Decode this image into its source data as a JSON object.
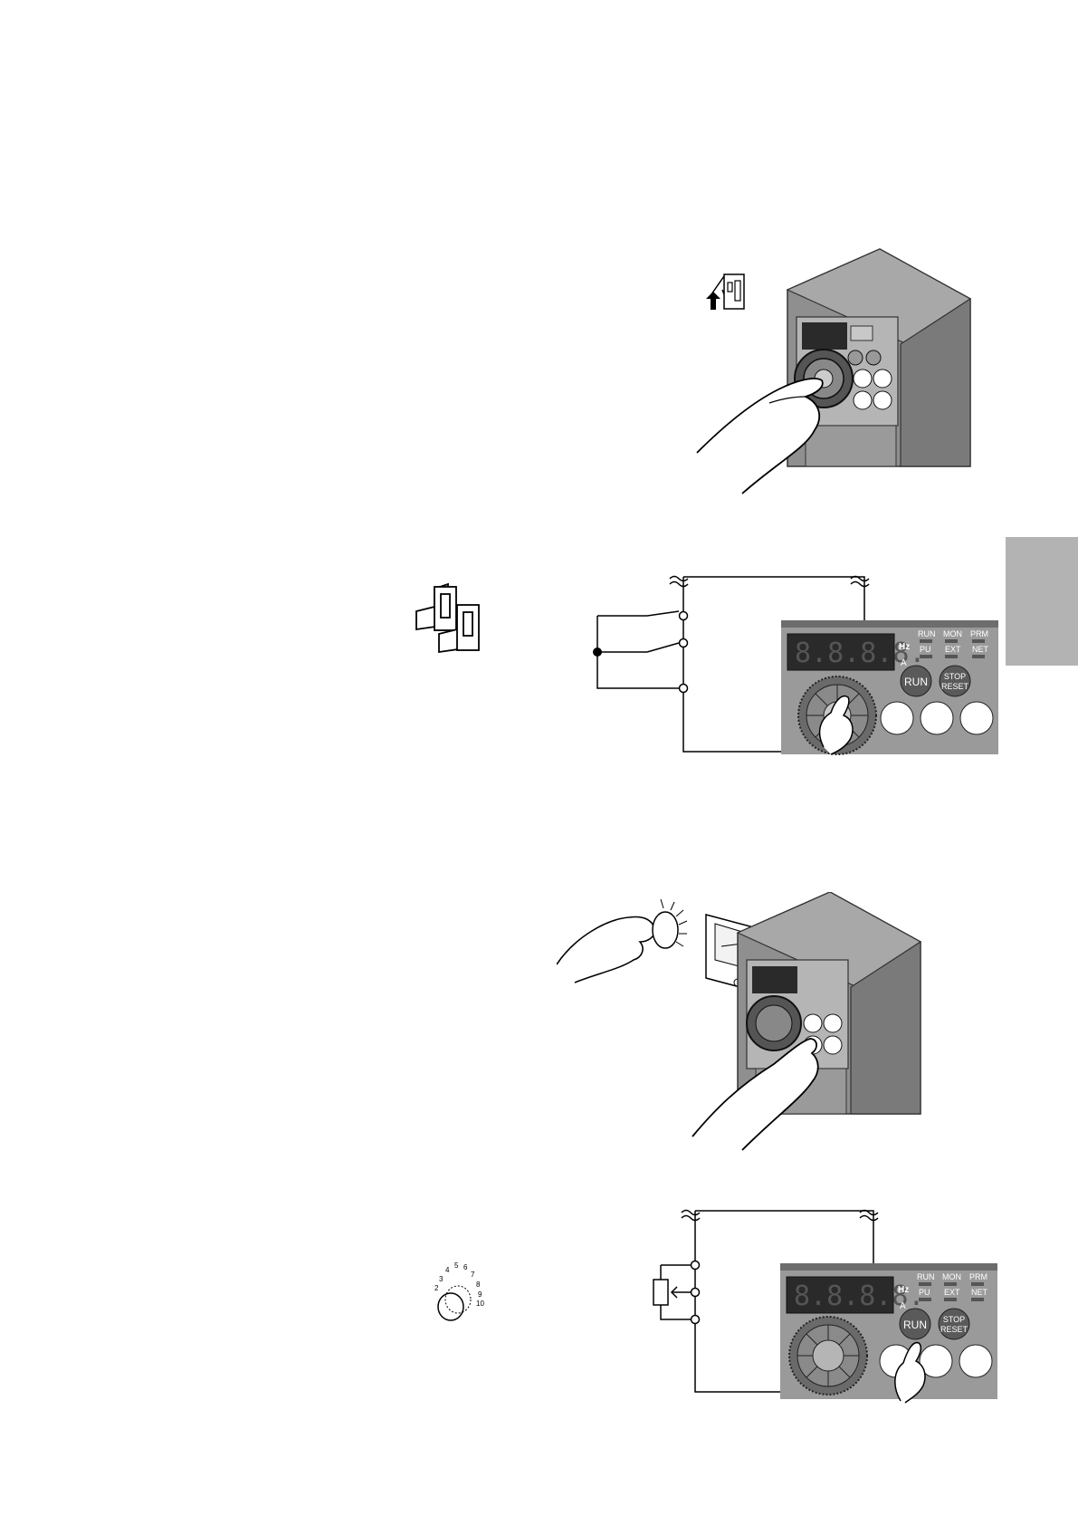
{
  "page": {
    "side_tab_color": "#b3b3b3"
  },
  "panel": {
    "display_digits": "8.8.8.8.",
    "unit_hz": "Hz",
    "unit_a": "A",
    "led_run": "RUN",
    "led_mon": "MON",
    "led_prm": "PRM",
    "led_pu": "PU",
    "led_ext": "EXT",
    "led_net": "NET",
    "btn_run": "RUN",
    "btn_stop": "STOP",
    "btn_reset": "RESET",
    "panel_color": "#9a9a9a",
    "display_color": "#2a2a2a"
  },
  "potentiometer": {
    "scale": [
      "2",
      "3",
      "4",
      "5",
      "6",
      "7",
      "8",
      "9",
      "10"
    ]
  }
}
